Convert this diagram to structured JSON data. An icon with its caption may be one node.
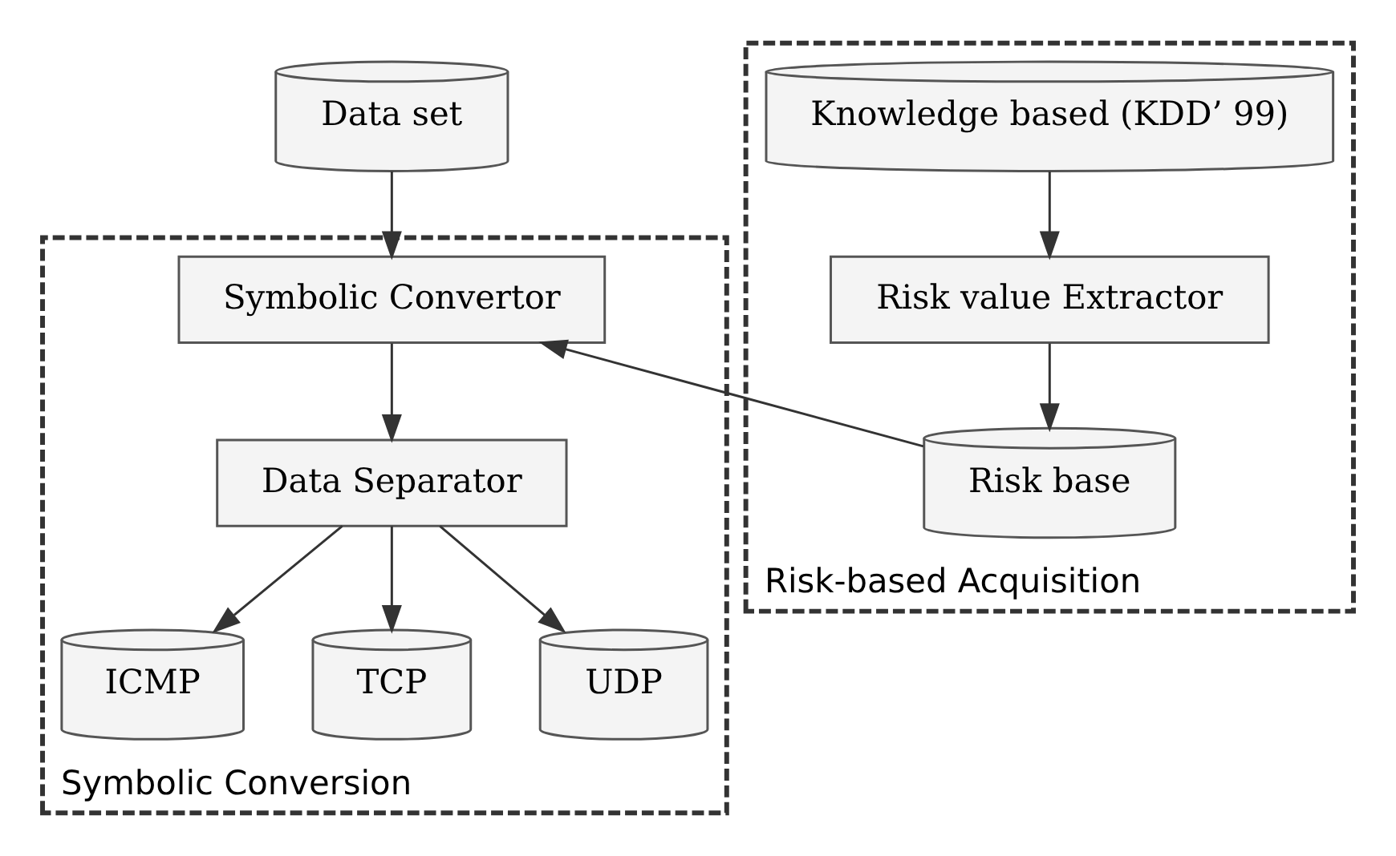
{
  "diagram": {
    "nodes": [
      {
        "text": [
          "Data set"
        ]
      },
      {
        "text": [
          "Symbolic Conversion"
        ]
      },
      {
        "text": [
          "Symbolic Convertor"
        ],
        "in": 1
      },
      {
        "text": [
          "Data Separator"
        ],
        "in": 1
      },
      {
        "text": [
          "ICMP"
        ],
        "in": 1
      },
      {
        "text": [
          "TCP"
        ],
        "in": 1
      },
      {
        "text": [
          "UDP"
        ],
        "in": 1
      },
      {
        "text": [
          "Risk-based Acquisition"
        ]
      },
      {
        "text": [
          "Risk base"
        ],
        "in": 7
      },
      {
        "text": [
          "Risk value Extractor"
        ],
        "in": 7
      },
      {
        "text": [
          "Knowledge based (KDD’ 99)"
        ],
        "in": 7
      }
    ],
    "edges": [
      {
        "from": 0,
        "to": 2,
        "arrow": "to"
      },
      {
        "from": 8,
        "to": 2,
        "arrow": "to"
      },
      {
        "from": 2,
        "to": 3,
        "arrow": "to"
      },
      {
        "from": 3,
        "to": 4,
        "arrow": "to"
      },
      {
        "from": 3,
        "to": 5,
        "arrow": "to"
      },
      {
        "from": 3,
        "to": 6,
        "arrow": "to"
      },
      {
        "from": 10,
        "to": 9,
        "arrow": "to"
      },
      {
        "from": 9,
        "to": 8,
        "arrow": "to"
      }
    ]
  }
}
